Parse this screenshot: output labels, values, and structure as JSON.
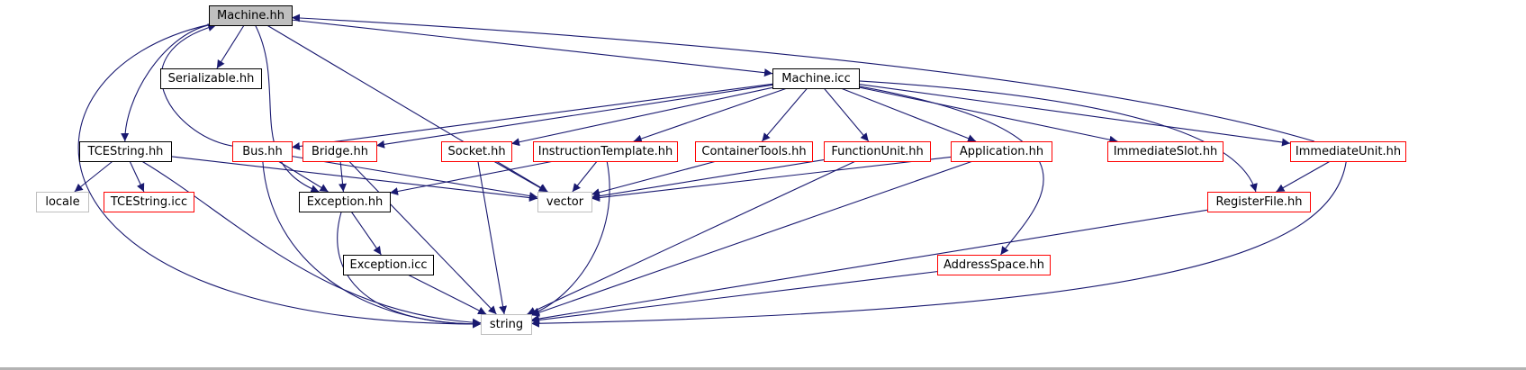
{
  "colors": {
    "edge": "#191970",
    "root_fill": "#bfbfbf",
    "normal_border": "#000000",
    "red_border": "#ff0000",
    "gray_border": "#bfbfbf",
    "text": "#000000"
  },
  "nodes": [
    {
      "id": "machine_hh",
      "label": "Machine.hh",
      "style": "root"
    },
    {
      "id": "serializable_hh",
      "label": "Serializable.hh",
      "style": "normal"
    },
    {
      "id": "machine_icc",
      "label": "Machine.icc",
      "style": "normal"
    },
    {
      "id": "tcestring_hh",
      "label": "TCEString.hh",
      "style": "normal"
    },
    {
      "id": "bus_hh",
      "label": "Bus.hh",
      "style": "red"
    },
    {
      "id": "bridge_hh",
      "label": "Bridge.hh",
      "style": "red"
    },
    {
      "id": "socket_hh",
      "label": "Socket.hh",
      "style": "red"
    },
    {
      "id": "instructiontemplate_hh",
      "label": "InstructionTemplate.hh",
      "style": "red"
    },
    {
      "id": "containertools_hh",
      "label": "ContainerTools.hh",
      "style": "red"
    },
    {
      "id": "functionunit_hh",
      "label": "FunctionUnit.hh",
      "style": "red"
    },
    {
      "id": "application_hh",
      "label": "Application.hh",
      "style": "red"
    },
    {
      "id": "immediateslot_hh",
      "label": "ImmediateSlot.hh",
      "style": "red"
    },
    {
      "id": "immediateunit_hh",
      "label": "ImmediateUnit.hh",
      "style": "red"
    },
    {
      "id": "locale",
      "label": "locale",
      "style": "gray"
    },
    {
      "id": "tcestring_icc",
      "label": "TCEString.icc",
      "style": "red"
    },
    {
      "id": "exception_hh",
      "label": "Exception.hh",
      "style": "normal"
    },
    {
      "id": "vector",
      "label": "vector",
      "style": "gray"
    },
    {
      "id": "registerfile_hh",
      "label": "RegisterFile.hh",
      "style": "red"
    },
    {
      "id": "exception_icc",
      "label": "Exception.icc",
      "style": "normal"
    },
    {
      "id": "addressspace_hh",
      "label": "AddressSpace.hh",
      "style": "red"
    },
    {
      "id": "string",
      "label": "string",
      "style": "gray"
    }
  ],
  "edges": [
    [
      "machine_hh",
      "serializable_hh"
    ],
    [
      "machine_hh",
      "machine_icc"
    ],
    [
      "machine_hh",
      "tcestring_hh"
    ],
    [
      "machine_hh",
      "exception_hh"
    ],
    [
      "machine_hh",
      "vector"
    ],
    [
      "machine_hh",
      "string"
    ],
    [
      "machine_icc",
      "bus_hh"
    ],
    [
      "machine_icc",
      "bridge_hh"
    ],
    [
      "machine_icc",
      "socket_hh"
    ],
    [
      "machine_icc",
      "instructiontemplate_hh"
    ],
    [
      "machine_icc",
      "containertools_hh"
    ],
    [
      "machine_icc",
      "functionunit_hh"
    ],
    [
      "machine_icc",
      "application_hh"
    ],
    [
      "machine_icc",
      "immediateslot_hh"
    ],
    [
      "machine_icc",
      "immediateunit_hh"
    ],
    [
      "machine_icc",
      "registerfile_hh"
    ],
    [
      "machine_icc",
      "addressspace_hh"
    ],
    [
      "bus_hh",
      "machine_hh"
    ],
    [
      "immediateunit_hh",
      "machine_hh"
    ],
    [
      "tcestring_hh",
      "locale"
    ],
    [
      "tcestring_hh",
      "tcestring_icc"
    ],
    [
      "tcestring_hh",
      "vector"
    ],
    [
      "tcestring_hh",
      "string"
    ],
    [
      "bus_hh",
      "exception_hh"
    ],
    [
      "bus_hh",
      "vector"
    ],
    [
      "bus_hh",
      "string"
    ],
    [
      "bridge_hh",
      "exception_hh"
    ],
    [
      "bridge_hh",
      "string"
    ],
    [
      "socket_hh",
      "vector"
    ],
    [
      "socket_hh",
      "string"
    ],
    [
      "instructiontemplate_hh",
      "exception_hh"
    ],
    [
      "instructiontemplate_hh",
      "vector"
    ],
    [
      "instructiontemplate_hh",
      "string"
    ],
    [
      "containertools_hh",
      "vector"
    ],
    [
      "functionunit_hh",
      "vector"
    ],
    [
      "functionunit_hh",
      "string"
    ],
    [
      "application_hh",
      "vector"
    ],
    [
      "application_hh",
      "string"
    ],
    [
      "immediateunit_hh",
      "registerfile_hh"
    ],
    [
      "immediateunit_hh",
      "string"
    ],
    [
      "registerfile_hh",
      "string"
    ],
    [
      "exception_hh",
      "exception_icc"
    ],
    [
      "exception_hh",
      "string"
    ],
    [
      "exception_icc",
      "string"
    ],
    [
      "addressspace_hh",
      "string"
    ]
  ]
}
